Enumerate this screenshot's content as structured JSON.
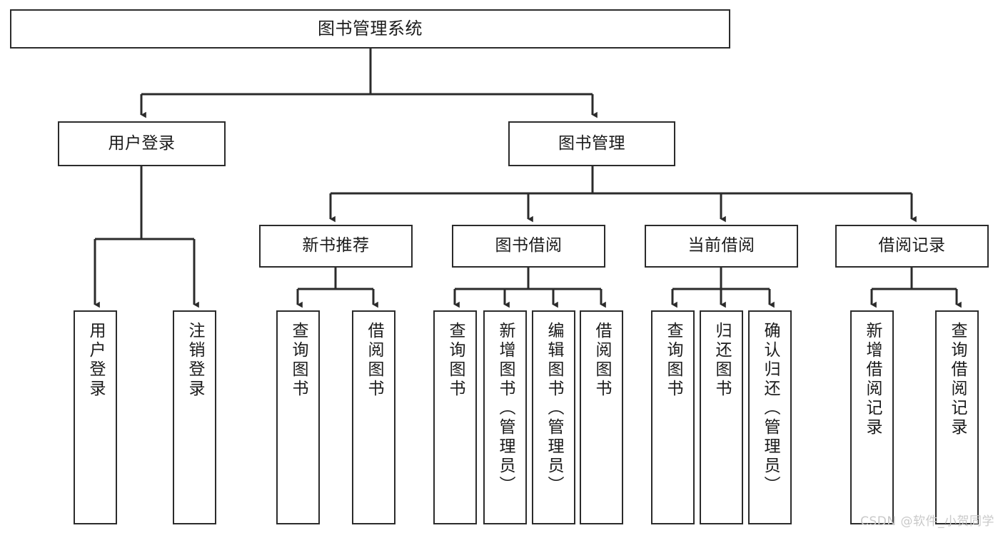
{
  "diagram": {
    "title": "图书管理系统",
    "type": "tree",
    "orientation": "top-down",
    "line_color": "#2b2b2b",
    "box_fill": "#ffffff",
    "text_color": "#1b1b1b",
    "watermark": "CSDN @软件_小贺同学",
    "nodes": {
      "root": {
        "label": "图书管理系统"
      },
      "level1": [
        {
          "id": "user-login",
          "label": "用户登录"
        },
        {
          "id": "book-manage",
          "label": "图书管理"
        }
      ],
      "level2": [
        {
          "id": "new-book-recommend",
          "label": "新书推荐",
          "parent": "book-manage"
        },
        {
          "id": "book-borrow",
          "label": "图书借阅",
          "parent": "book-manage"
        },
        {
          "id": "current-borrow",
          "label": "当前借阅",
          "parent": "book-manage"
        },
        {
          "id": "borrow-record",
          "label": "借阅记录",
          "parent": "book-manage"
        }
      ],
      "leaves": [
        {
          "id": "leaf-user-login",
          "label": "用户登录",
          "parent": "user-login"
        },
        {
          "id": "leaf-user-logout",
          "label": "注销登录",
          "parent": "user-login"
        },
        {
          "id": "leaf-query-book-1",
          "label": "查询图书",
          "parent": "new-book-recommend"
        },
        {
          "id": "leaf-borrow-book-1",
          "label": "借阅图书",
          "parent": "new-book-recommend"
        },
        {
          "id": "leaf-query-book-2",
          "label": "查询图书",
          "parent": "book-borrow"
        },
        {
          "id": "leaf-add-book",
          "label": "新增图书（管理员）",
          "parent": "book-borrow"
        },
        {
          "id": "leaf-edit-book",
          "label": "编辑图书（管理员）",
          "parent": "book-borrow"
        },
        {
          "id": "leaf-borrow-book-2",
          "label": "借阅图书",
          "parent": "book-borrow"
        },
        {
          "id": "leaf-query-book-3",
          "label": "查询图书",
          "parent": "current-borrow"
        },
        {
          "id": "leaf-return-book",
          "label": "归还图书",
          "parent": "current-borrow"
        },
        {
          "id": "leaf-confirm-return",
          "label": "确认归还（管理员）",
          "parent": "current-borrow"
        },
        {
          "id": "leaf-add-record",
          "label": "新增借阅记录",
          "parent": "borrow-record"
        },
        {
          "id": "leaf-query-record",
          "label": "查询借阅记录",
          "parent": "borrow-record"
        }
      ]
    }
  }
}
